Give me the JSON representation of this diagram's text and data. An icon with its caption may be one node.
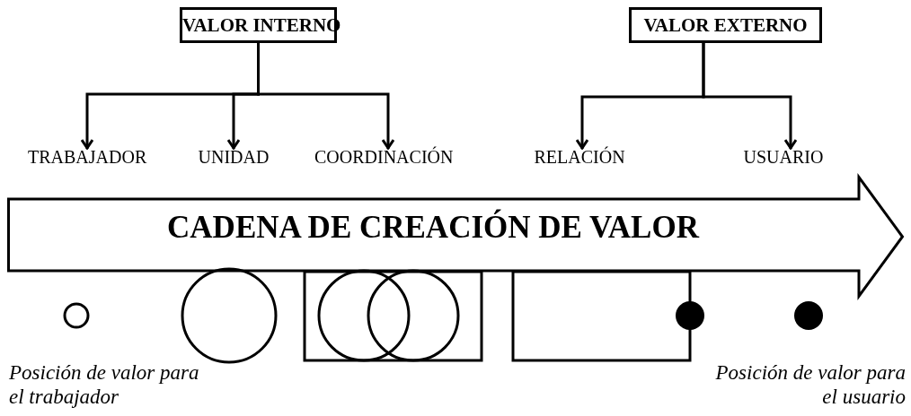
{
  "diagram": {
    "nodes": [
      {
        "text": [
          "VALOR INTERNO"
        ]
      },
      {
        "text": [
          "VALOR EXTERNO"
        ]
      },
      {
        "text": [
          "TRABAJADOR"
        ]
      },
      {
        "text": [
          "UNIDAD"
        ]
      },
      {
        "text": [
          "COORDINACIÓN"
        ]
      },
      {
        "text": [
          "RELACIÓN"
        ]
      },
      {
        "text": [
          "USUARIO"
        ]
      },
      {
        "text": [
          "CADENA DE CREACIÓN DE VALOR"
        ]
      }
    ],
    "edges": [
      {
        "from": 0,
        "to": 2,
        "arrow": "to"
      },
      {
        "from": 0,
        "to": 3,
        "arrow": "to"
      },
      {
        "from": 0,
        "to": 4,
        "arrow": "to"
      },
      {
        "from": 1,
        "to": 5,
        "arrow": "to"
      },
      {
        "from": 1,
        "to": 6,
        "arrow": "to"
      }
    ],
    "labels": [
      "Posición de valor para el trabajador",
      "Posición de valor para el usuario"
    ]
  }
}
